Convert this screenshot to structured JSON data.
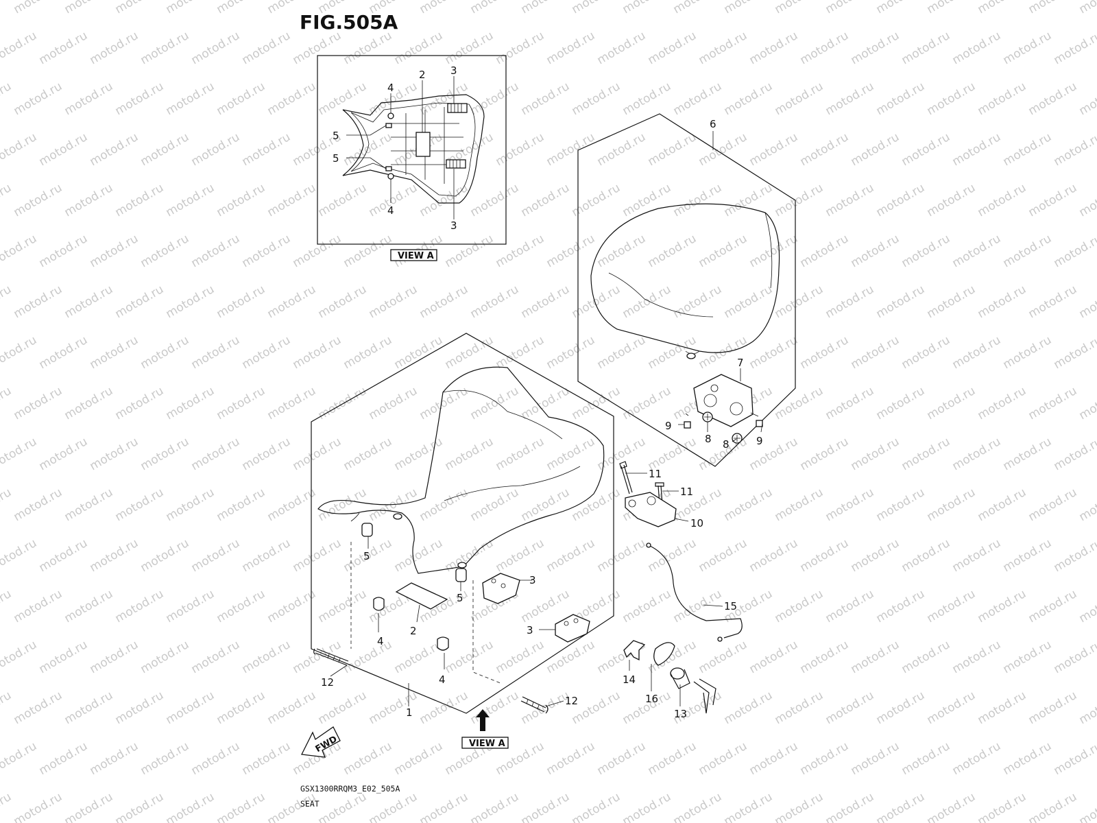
{
  "figure": {
    "title": "FIG.505A",
    "view_label_top": "VIEW A",
    "view_label_bottom": "VIEW A",
    "fwd_label": "FWD",
    "code": "GSX1300RRQM3_E02_505A",
    "section": "SEAT"
  },
  "watermark": "motod.ru",
  "callouts": {
    "inset_2": "2",
    "inset_3_top": "3",
    "inset_3_bottom": "3",
    "inset_4_top": "4",
    "inset_4_bottom": "4",
    "inset_5_top": "5",
    "inset_5_bottom": "5",
    "p1": "1",
    "p2": "2",
    "p3_a": "3",
    "p3_b": "3",
    "p4_a": "4",
    "p4_b": "4",
    "p5_a": "5",
    "p5_b": "5",
    "p6": "6",
    "p7": "7",
    "p8_a": "8",
    "p8_b": "8",
    "p9_a": "9",
    "p9_b": "9",
    "p10": "10",
    "p11_a": "11",
    "p11_b": "11",
    "p12_a": "12",
    "p12_b": "12",
    "p13": "13",
    "p14": "14",
    "p15": "15",
    "p16": "16"
  }
}
